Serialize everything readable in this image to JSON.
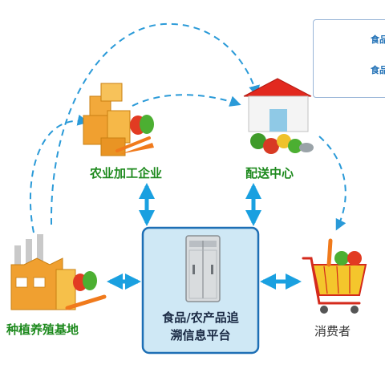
{
  "nodes": {
    "processing": "农业加工企业",
    "distribution": "配送中心",
    "farm": "种植养殖基地",
    "consumer": "消费者",
    "platform_line1": "食品/农产品追",
    "platform_line2": "溯信息平台"
  },
  "legend": {
    "item1": "食品",
    "item2": "食品"
  },
  "colors": {
    "dashed_flow": "#2a9ad8",
    "info_arrow": "#1aa0e0",
    "platform_fill": "#cfe8f5",
    "platform_border": "#1e6fb5",
    "label_green": "#1e8a1e"
  }
}
